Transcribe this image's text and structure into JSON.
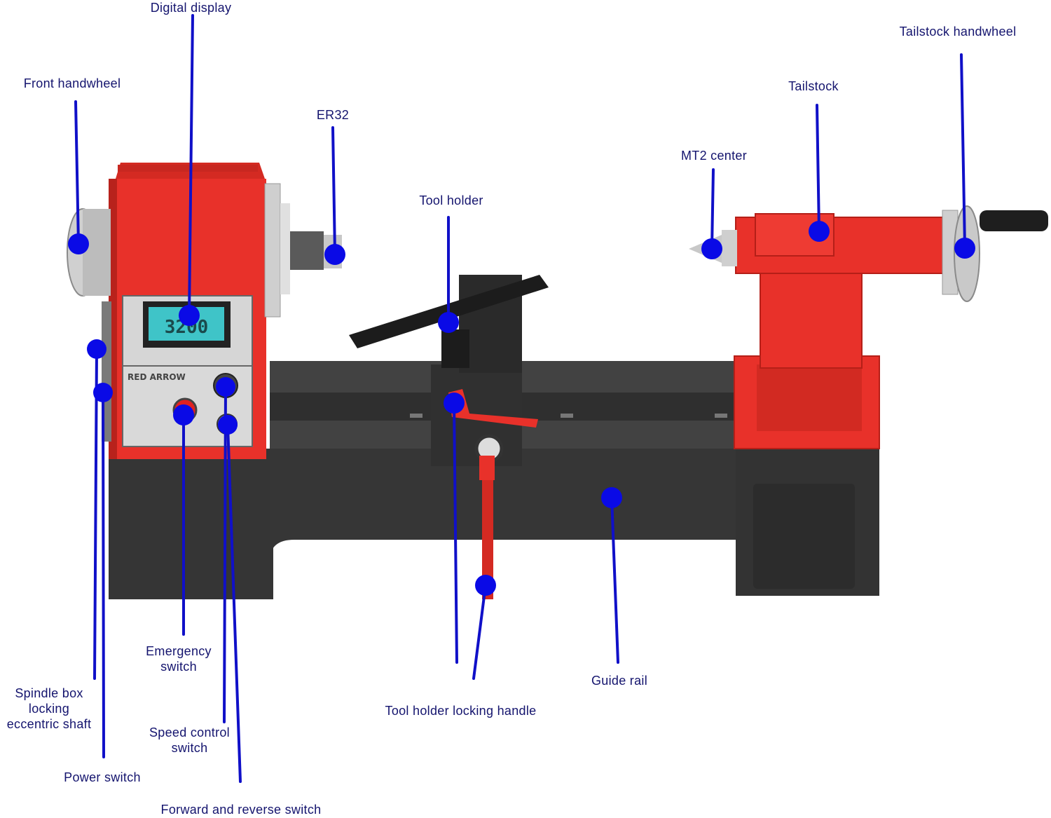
{
  "display_value": "3200",
  "brand_text": "RED ARROW",
  "labels": {
    "digital_display": "Digital display",
    "tailstock_handwheel": "Tailstock handwheel",
    "front_handwheel": "Front handwheel",
    "er32": "ER32",
    "tailstock": "Tailstock",
    "mt2_center": "MT2 center",
    "tool_holder": "Tool holder",
    "emergency_switch": "Emergency\nswitch",
    "spindle_box_locking": "Spindle box\nlocking\neccentric shaft",
    "speed_control_switch": "Speed control\nswitch",
    "power_switch": "Power switch",
    "forward_reverse_switch": "Forward and reverse switch",
    "tool_holder_locking_handle": "Tool holder locking handle",
    "guide_rail": "Guide rail"
  },
  "colors": {
    "leader": "#1010c8",
    "dot": "#0a0ae6",
    "label_text": "#14146e",
    "machine_red": "#e8312a",
    "machine_dark": "#3a3a3a",
    "display_screen": "#3fc4c8"
  }
}
